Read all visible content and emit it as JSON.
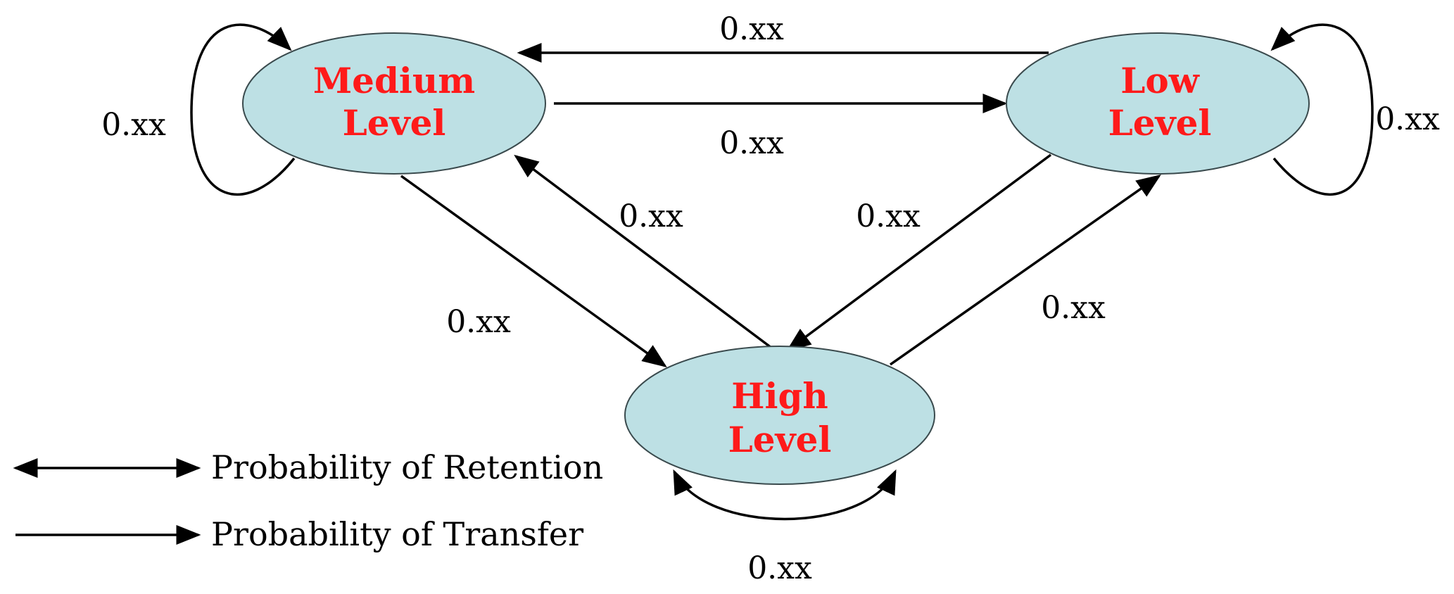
{
  "diagram": {
    "nodes": {
      "medium": {
        "line1": "Medium",
        "line2": "Level"
      },
      "low": {
        "line1": "Low",
        "line2": "Level"
      },
      "high": {
        "line1": "High",
        "line2": "Level"
      }
    },
    "edges": {
      "low_to_medium": "0.xx",
      "medium_to_low": "0.xx",
      "high_to_medium": "0.xx",
      "low_to_high": "0.xx",
      "medium_to_high": "0.xx",
      "high_to_low": "0.xx",
      "medium_self": "0.xx",
      "low_self": "0.xx",
      "high_self": "0.xx"
    },
    "legend": {
      "retention": "Probability of Retention",
      "transfer": "Probability of Transfer"
    },
    "colors": {
      "node_fill": "#bde0e4",
      "node_text": "#ff1a1a",
      "edge": "#000000"
    }
  }
}
